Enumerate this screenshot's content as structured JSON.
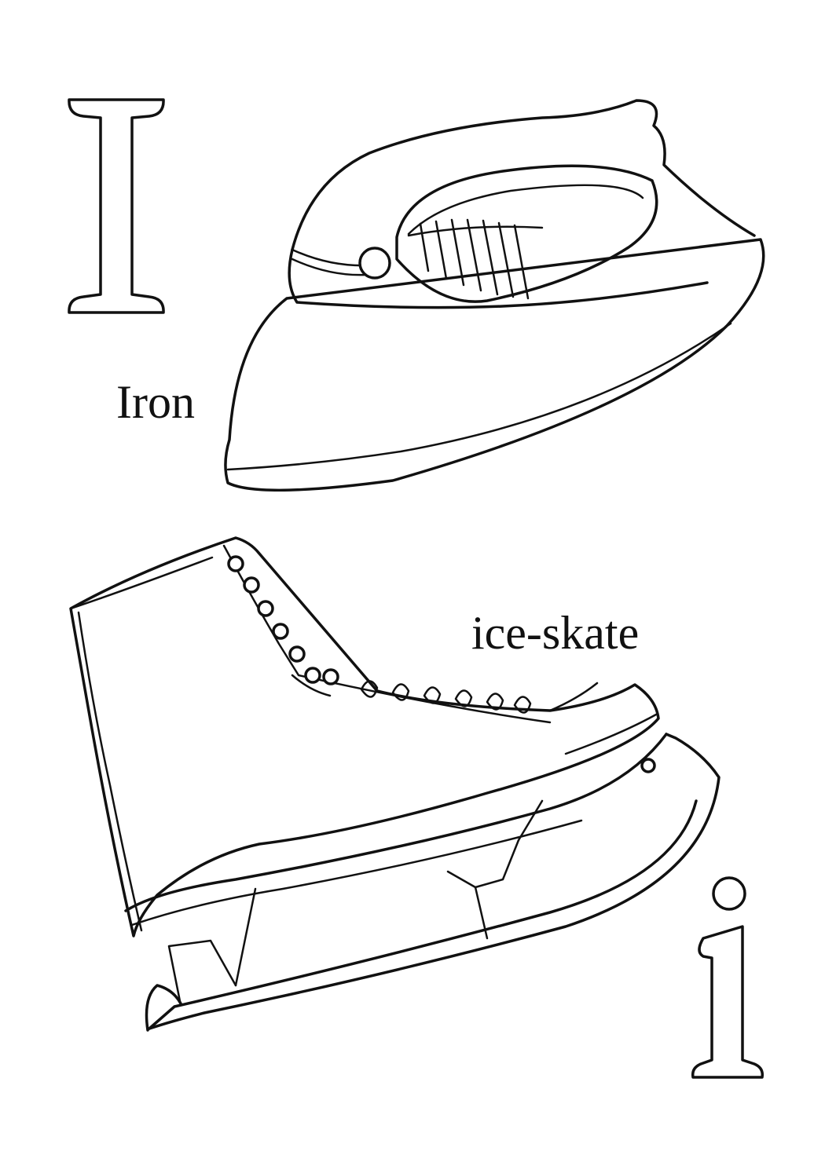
{
  "page": {
    "background": "#ffffff",
    "ink_color": "#111111"
  },
  "letters": {
    "uppercase": "I",
    "lowercase": "i"
  },
  "words": {
    "iron": "Iron",
    "ice_skate": "ice-skate"
  },
  "illustrations": [
    "iron-illustration",
    "ice-skate-illustration"
  ]
}
